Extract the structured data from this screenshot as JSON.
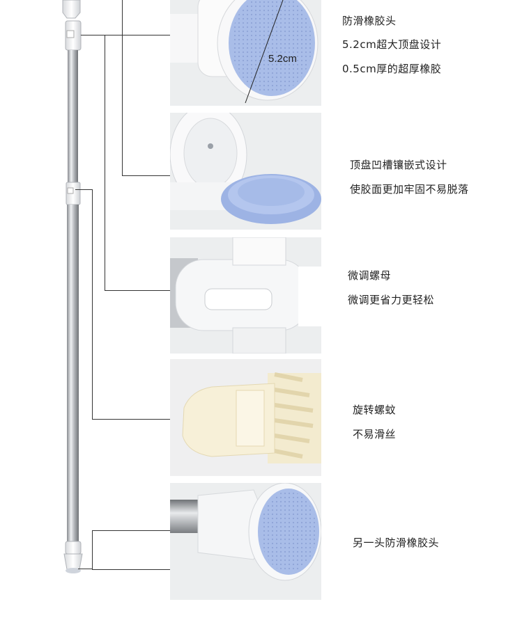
{
  "callouts": [
    {
      "id": "top-pad",
      "lines": [
        "防滑橡胶头",
        "5.2cm超大顶盘设计",
        "0.5cm厚的超厚橡胶"
      ],
      "dimension_label": "5.2cm"
    },
    {
      "id": "groove",
      "lines": [
        "顶盘凹槽镶嵌式设计",
        "使胶面更加牢固不易脱落"
      ]
    },
    {
      "id": "nut",
      "lines": [
        "微调螺母",
        "微调更省力更轻松"
      ]
    },
    {
      "id": "thread",
      "lines": [
        "旋转螺蚊",
        "不易滑丝"
      ]
    },
    {
      "id": "bottom-pad",
      "lines": [
        "另一头防滑橡胶头"
      ]
    }
  ],
  "colors": {
    "rubber": "#a9bde8",
    "plastic": "#f4f5f7",
    "steel": "#b6b8bc",
    "thread": "#f3ebcf"
  }
}
